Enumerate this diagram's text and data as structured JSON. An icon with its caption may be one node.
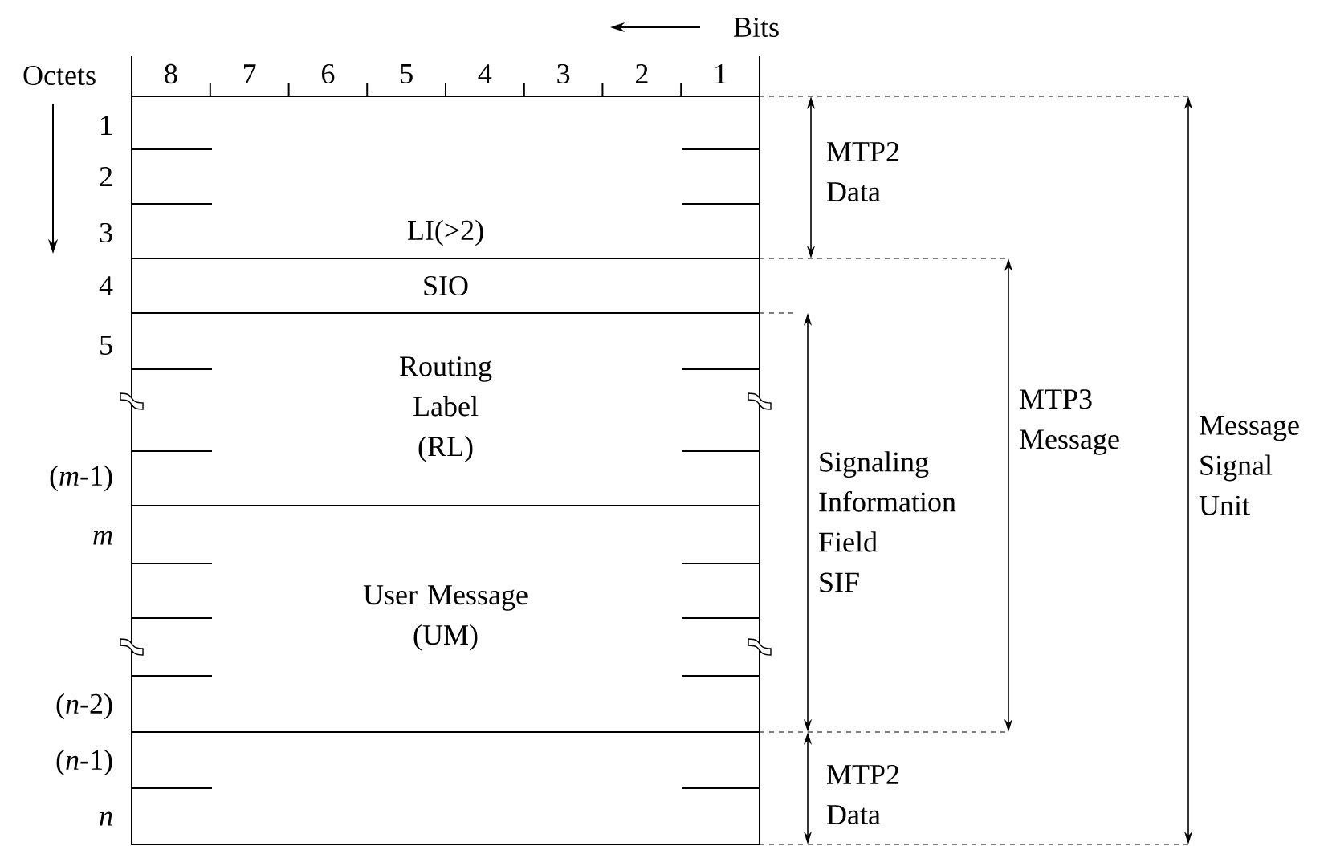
{
  "diagram": {
    "nodes": [
      {
        "text": [
          "LI(>2)"
        ]
      },
      {
        "text": [
          "SIO"
        ]
      },
      {
        "text": [
          "Routing Label (RL)"
        ]
      },
      {
        "text": [
          "User Message (UM)"
        ]
      },
      {
        "text": [],
        "shape": "box"
      }
    ],
    "labels": [
      "Bits",
      "Octets",
      "8",
      "7",
      "6",
      "5",
      "4",
      "3",
      "2",
      "1",
      "1",
      "2",
      "3",
      "4",
      "5",
      "(*m*-1)",
      "m",
      "(*n*-2)",
      "(*n*-1)",
      "n",
      "MTP2 Data",
      "MTP3 Message",
      "Message Signal Unit",
      "Signaling Information Field SIF",
      "MTP2 Data"
    ]
  }
}
